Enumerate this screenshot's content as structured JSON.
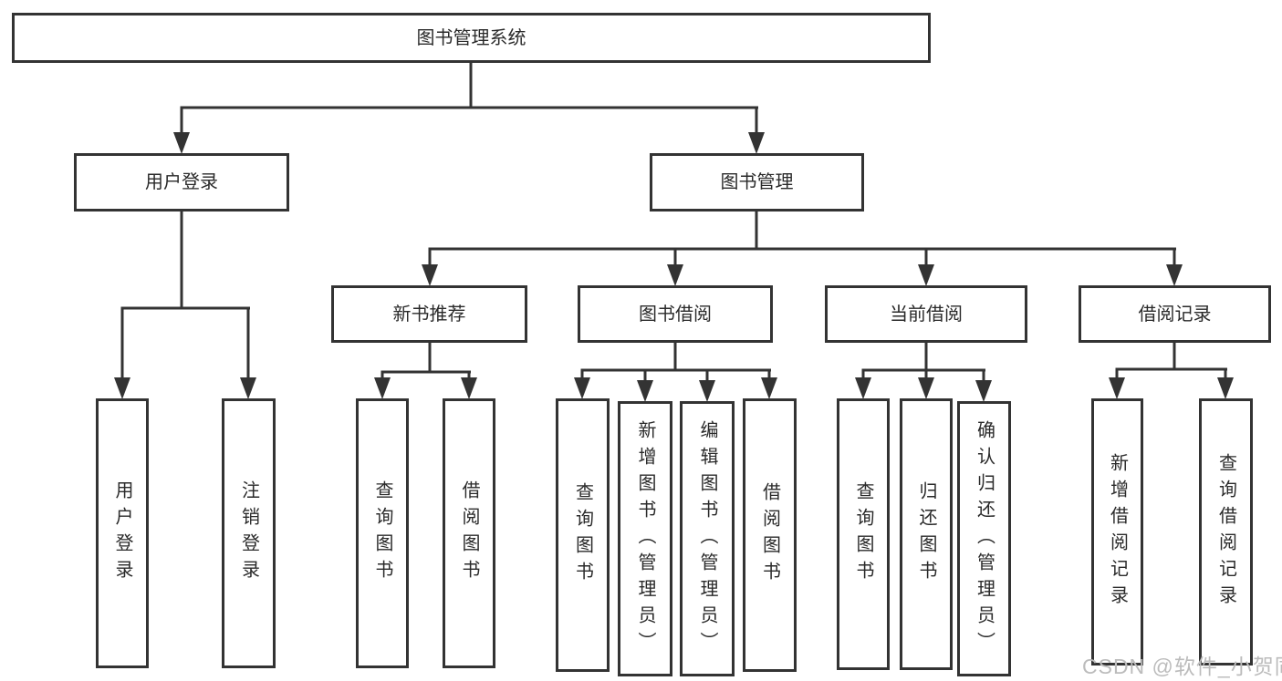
{
  "diagram": {
    "background_color": "#ffffff",
    "line_color": "#333333",
    "text_color": "#2a2a2a",
    "watermark_color": "#bcbcbc"
  },
  "nodes": {
    "root": {
      "label": "图书管理系统"
    },
    "user_login": {
      "label": "用户登录"
    },
    "book_mgmt": {
      "label": "图书管理"
    },
    "new_book_rec": {
      "label": "新书推荐"
    },
    "book_borrow": {
      "label": "图书借阅"
    },
    "current_borrow": {
      "label": "当前借阅"
    },
    "borrow_record": {
      "label": "借阅记录"
    },
    "leaf_user_login": {
      "label": "用户登录"
    },
    "leaf_logout": {
      "label": "注销登录"
    },
    "leaf_query_book_1": {
      "label": "查询图书"
    },
    "leaf_borrow_book_1": {
      "label": "借阅图书"
    },
    "leaf_query_book_2": {
      "label": "查询图书"
    },
    "leaf_add_book": {
      "label": "新增图书（管理员）"
    },
    "leaf_edit_book": {
      "label": "编辑图书（管理员）"
    },
    "leaf_borrow_book_2": {
      "label": "借阅图书"
    },
    "leaf_query_book_3": {
      "label": "查询图书"
    },
    "leaf_return_book": {
      "label": "归还图书"
    },
    "leaf_confirm_return": {
      "label": "确认归还（管理员）"
    },
    "leaf_add_record": {
      "label": "新增借阅记录"
    },
    "leaf_query_record": {
      "label": "查询借阅记录"
    }
  },
  "watermark": {
    "text": "CSDN @软件_小贺同学"
  }
}
